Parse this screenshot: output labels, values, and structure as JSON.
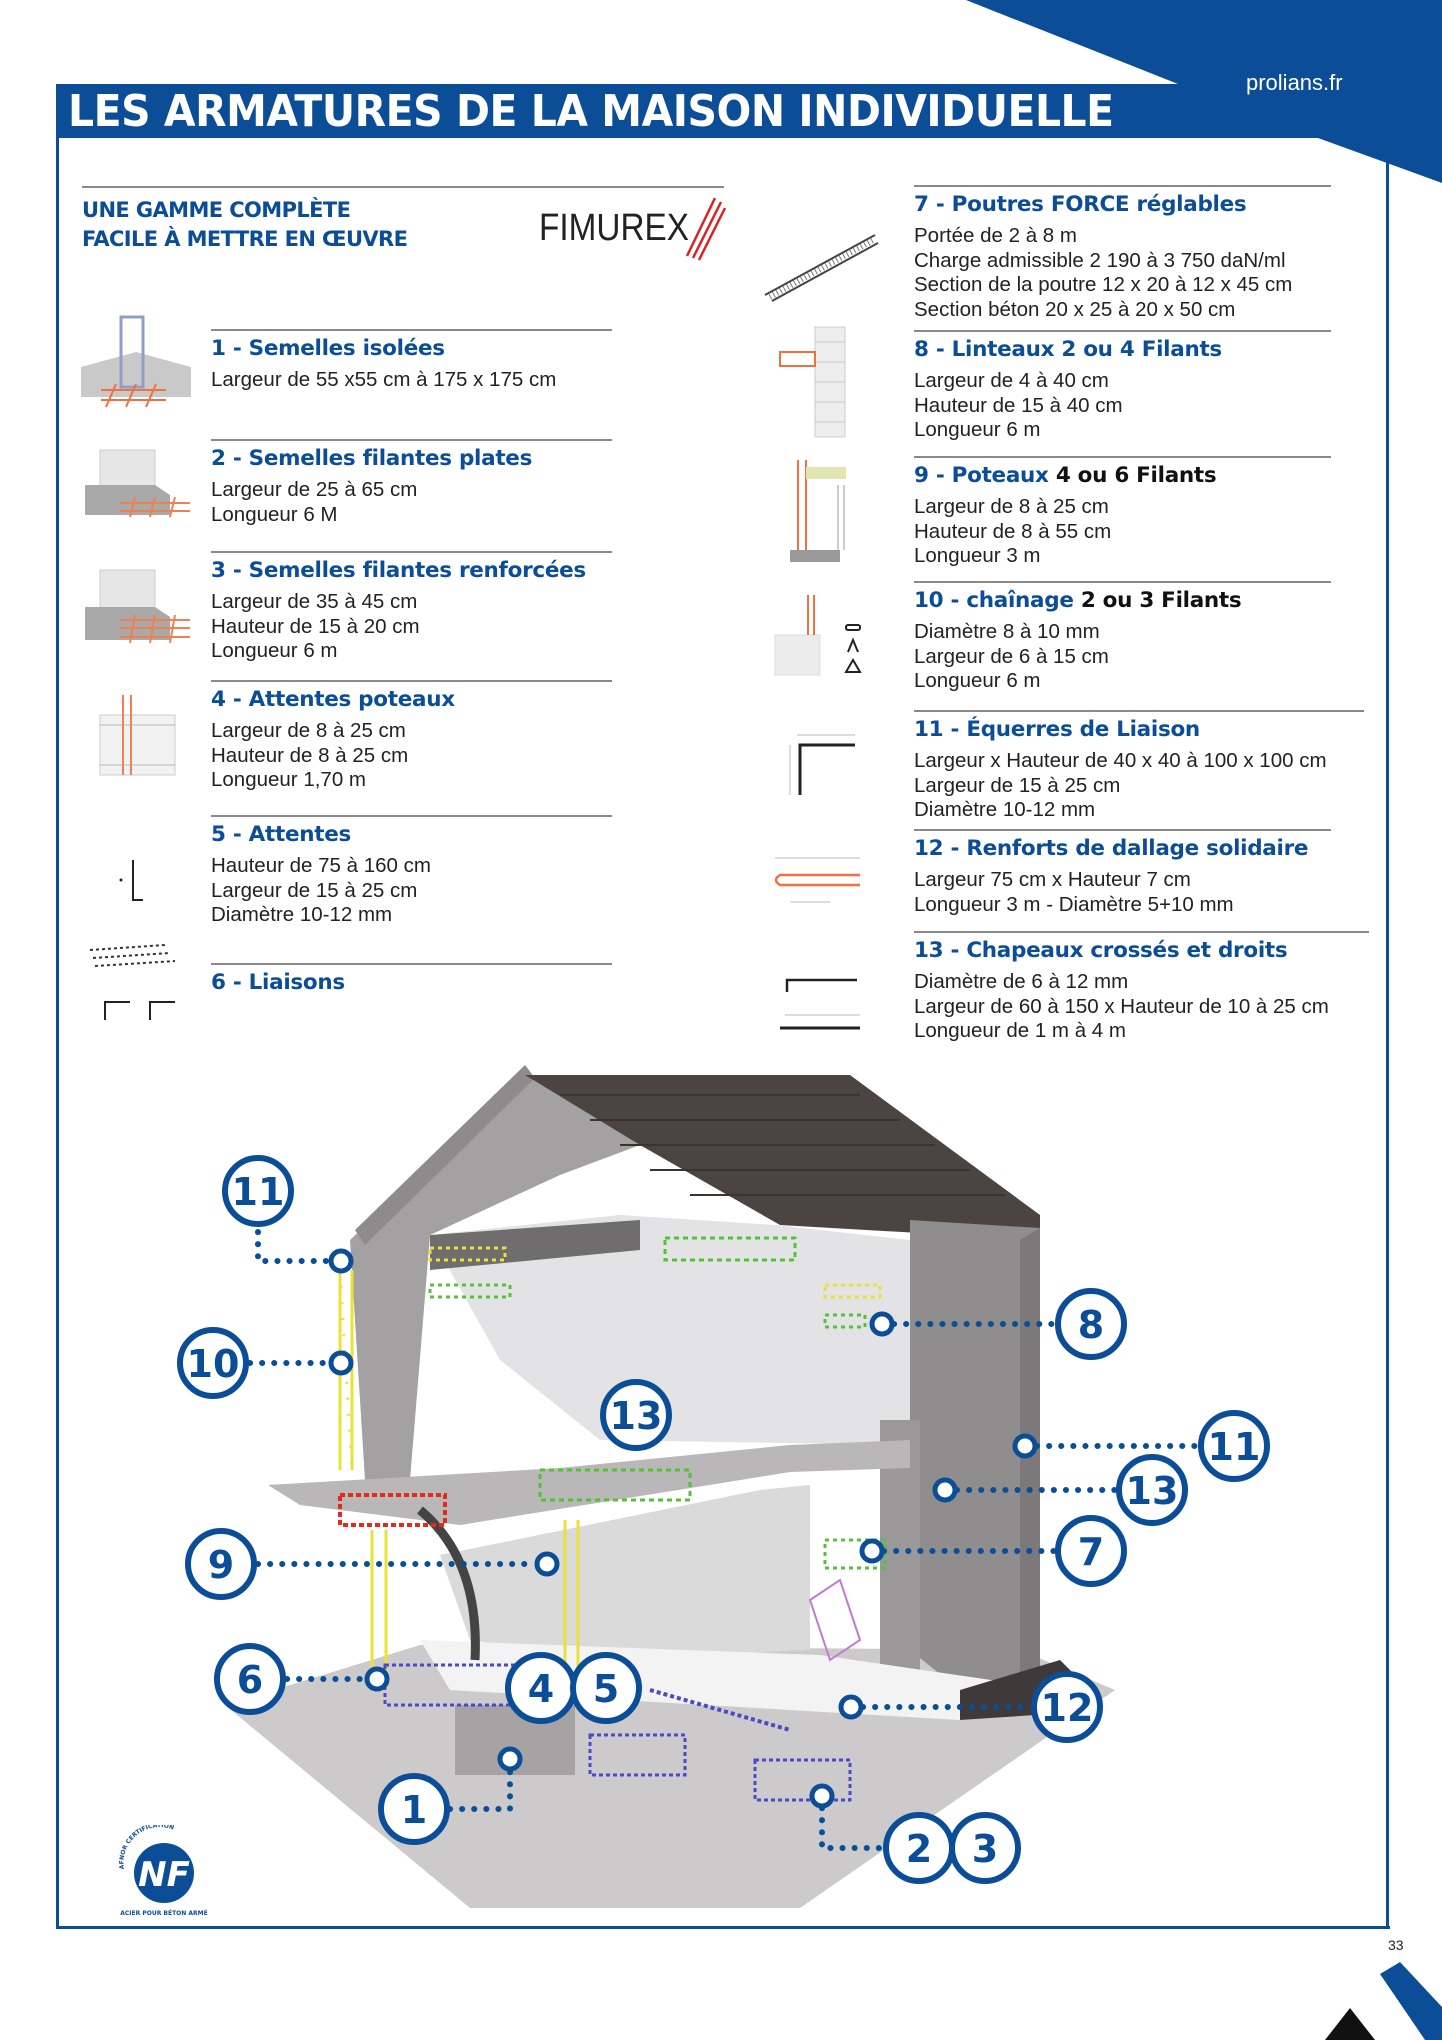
{
  "header": {
    "title": "LES ARMATURES DE LA MAISON INDIVIDUELLE",
    "site": "prolians.fr"
  },
  "intro": {
    "line1": "UNE GAMME COMPLÈTE",
    "line2": "FACILE À METTRE EN ŒUVRE",
    "brand_logo": "FIMUREX"
  },
  "items": [
    {
      "title": "1 - Semelles isolées",
      "lines": [
        "Largeur de 55 x55 cm à 175 x 175 cm"
      ]
    },
    {
      "title": "2 - Semelles filantes plates",
      "lines": [
        "Largeur de 25 à 65 cm",
        "Longueur 6 M"
      ]
    },
    {
      "title": "3 - Semelles filantes renforcées",
      "lines": [
        "Largeur de 35 à 45 cm",
        "Hauteur de 15 à 20 cm",
        "Longueur 6 m"
      ]
    },
    {
      "title": "4 - Attentes poteaux",
      "lines": [
        "Largeur de  8 à 25 cm",
        "Hauteur de  8 à 25 cm",
        "Longueur 1,70 m"
      ]
    },
    {
      "title": "5 - Attentes",
      "lines": [
        "Hauteur de  75 à 160 cm",
        "Largeur de  15 à 25 cm",
        "Diamètre 10-12 mm"
      ]
    },
    {
      "title": "6 - Liaisons",
      "lines": []
    },
    {
      "title": "7 - Poutres FORCE réglables",
      "lines": [
        "Portée de 2 à 8 m",
        "Charge admissible 2 190 à 3 750 daN/ml",
        "Section de la poutre 12 x 20 à 12 x 45 cm",
        "Section béton 20 x 25 à 20 x 50 cm"
      ]
    },
    {
      "title": "8 - Linteaux 2 ou 4 Filants",
      "lines": [
        "Largeur de 4 à 40 cm",
        "Hauteur de 15 à 40 cm",
        "Longueur 6 m"
      ]
    },
    {
      "title": "9 - Poteaux",
      "suffix": "4 ou 6 Filants",
      "lines": [
        "Largeur de 8 à 25 cm",
        "Hauteur de 8 à 55 cm",
        "Longueur 3 m"
      ]
    },
    {
      "title": "10 - chaînage",
      "suffix": "2 ou 3 Filants",
      "lines": [
        "Diamètre 8 à 10 mm",
        "Largeur de 6 à 15 cm",
        "Longueur 6 m"
      ]
    },
    {
      "title": "11 - Équerres de Liaison",
      "lines": [
        "Largeur x Hauteur de 40 x 40 à 100 x 100 cm",
        "Largeur de  15 à 25 cm",
        "Diamètre 10-12 mm"
      ]
    },
    {
      "title": "12 - Renforts de dallage solidaire",
      "lines": [
        "Largeur 75 cm x Hauteur 7 cm",
        "Longueur 3 m - Diamètre 5+10 mm"
      ]
    },
    {
      "title": "13 - Chapeaux crossés et droits",
      "lines": [
        "Diamètre de 6 à 12 mm",
        "Largeur de 60 à 150 x Hauteur de 10 à 25 cm",
        "Longueur de 1 m à 4 m"
      ]
    }
  ],
  "callouts": [
    "11",
    "10",
    "13",
    "8",
    "11",
    "13",
    "7",
    "9",
    "6",
    "4",
    "5",
    "12",
    "1",
    "2",
    "3"
  ],
  "certification": {
    "logo": "NF",
    "arc_text": "AFNOR CERTIFICATION",
    "caption": "ACIER POUR BÉTON ARMÉ"
  },
  "footer": {
    "page_number": "33"
  },
  "colors": {
    "brand_blue": "#0b4d96",
    "rule_gray": "#8a8a8a"
  }
}
